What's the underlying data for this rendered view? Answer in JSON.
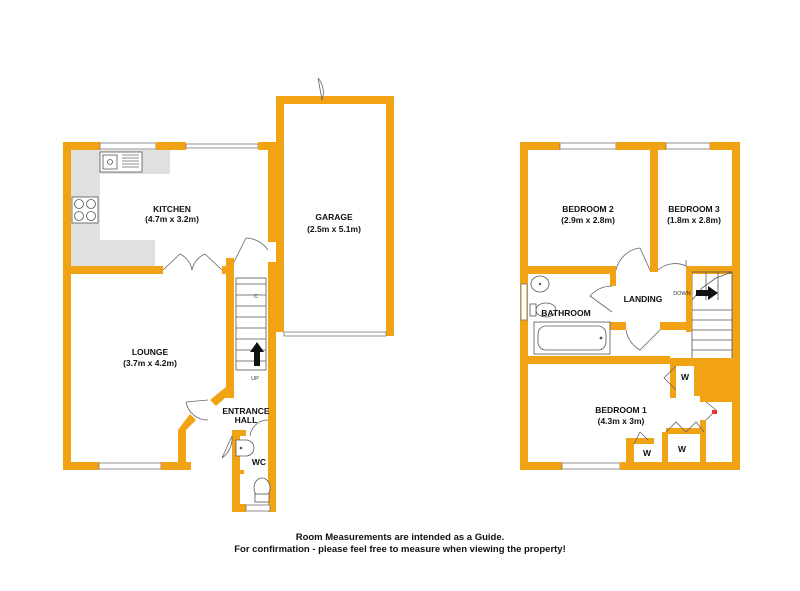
{
  "rooms": {
    "kitchen": {
      "name": "KITCHEN",
      "dims": "(4.7m x 3.2m)"
    },
    "garage": {
      "name": "GARAGE",
      "dims": "(2.5m x 5.1m)"
    },
    "lounge": {
      "name": "LOUNGE",
      "dims": "(3.7m x 4.2m)"
    },
    "entrance_hall": {
      "name_line1": "ENTRANCE",
      "name_line2": "HALL"
    },
    "wc": {
      "name": "WC"
    },
    "bedroom2": {
      "name": "BEDROOM 2",
      "dims": "(2.9m x 2.8m)"
    },
    "bedroom3": {
      "name": "BEDROOM 3",
      "dims": "(1.8m x 2.8m)"
    },
    "landing": {
      "name": "LANDING"
    },
    "bathroom": {
      "name": "BATHROOM"
    },
    "bedroom1": {
      "name": "BEDROOM 1",
      "dims": "(4.3m x 3m)"
    }
  },
  "labels": {
    "stairs_up": "UP",
    "stairs_down": "DOWN",
    "cupboard_c": "C",
    "wardrobe_w": "W"
  },
  "footer": {
    "line1": "Room Measurements are intended as a Guide.",
    "line2": "For confirmation - please feel free to measure when viewing the property!"
  },
  "colors": {
    "wall": "#f2a314",
    "counter": "#e0e0e0"
  }
}
